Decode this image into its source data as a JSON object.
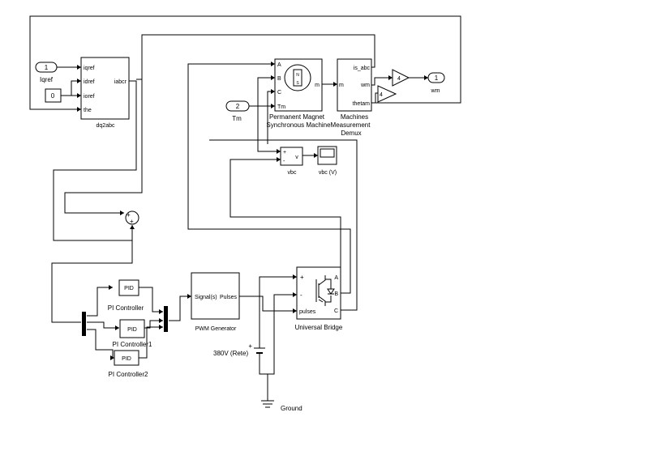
{
  "blocks": {
    "iqref_in": {
      "number": "1",
      "label": "Iqref"
    },
    "const0": {
      "value": "0"
    },
    "dq2abc": {
      "name": "dq2abc",
      "ports_in": [
        "iqref",
        "idref",
        "ioref",
        "the"
      ],
      "port_out": "iabcr"
    },
    "pmsm": {
      "name_line1": "Permanent Magnet",
      "name_line2": "Synchronous Machine",
      "ports_in": [
        "A",
        "B",
        "C",
        "Tm"
      ],
      "port_out": "m"
    },
    "tm_in": {
      "number": "2",
      "label": "Tm"
    },
    "demux": {
      "name_line1": "Machines",
      "name_line2": "Measurement",
      "name_line3": "Demux",
      "port_in": "m",
      "ports_out": [
        "is_abc",
        "wm",
        "thetam"
      ]
    },
    "gain1": {
      "value": "4"
    },
    "gain2": {
      "value": "4"
    },
    "wm_out": {
      "number": "1",
      "label": "wm"
    },
    "vbc": {
      "name": "vbc",
      "plus": "+",
      "minus": "-",
      "symbol": "v"
    },
    "scope": {
      "name": "vbc (V)"
    },
    "sum": {
      "signs": "+",
      "signs2": "+"
    },
    "pid1": {
      "text": "PID",
      "name": "PI Controller"
    },
    "pid2": {
      "text": "PID",
      "name": "PI Controller1"
    },
    "pid3": {
      "text": "PID",
      "name": "PI Controller2"
    },
    "pwm": {
      "name": "PWM Generator",
      "port_in": "Signal(s)",
      "port_out": "Pulses"
    },
    "bridge": {
      "name": "Universal Bridge",
      "ports_in": [
        "+",
        "-",
        "pulses"
      ],
      "ports_out": [
        "A",
        "B",
        "C"
      ]
    },
    "dc": {
      "name": "380V (Rete)",
      "plus": "+"
    },
    "ground": {
      "name": "Ground"
    }
  }
}
